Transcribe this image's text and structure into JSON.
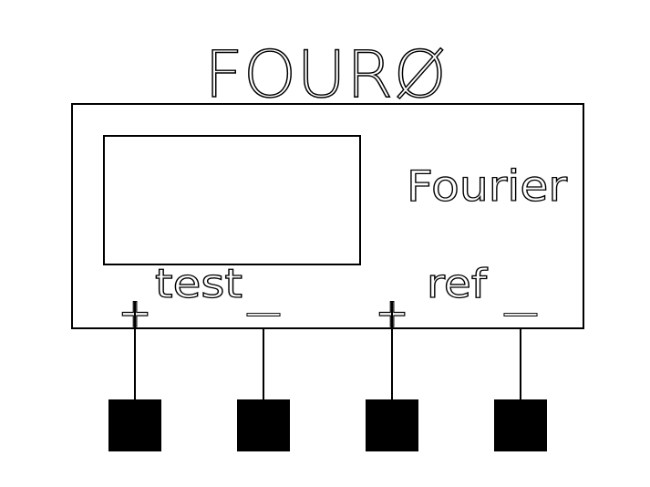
{
  "symbol": {
    "name": "FOURØ",
    "body_label": "Fourier",
    "group_labels": {
      "test": "test",
      "ref": "ref"
    },
    "pins": [
      {
        "id": "test-plus",
        "polarity": "+"
      },
      {
        "id": "test-minus",
        "polarity": "—"
      },
      {
        "id": "ref-plus",
        "polarity": "+"
      },
      {
        "id": "ref-minus",
        "polarity": "—"
      }
    ]
  },
  "colors": {
    "line": "#000000",
    "background": "#ffffff",
    "pin_fill": "#000000"
  }
}
